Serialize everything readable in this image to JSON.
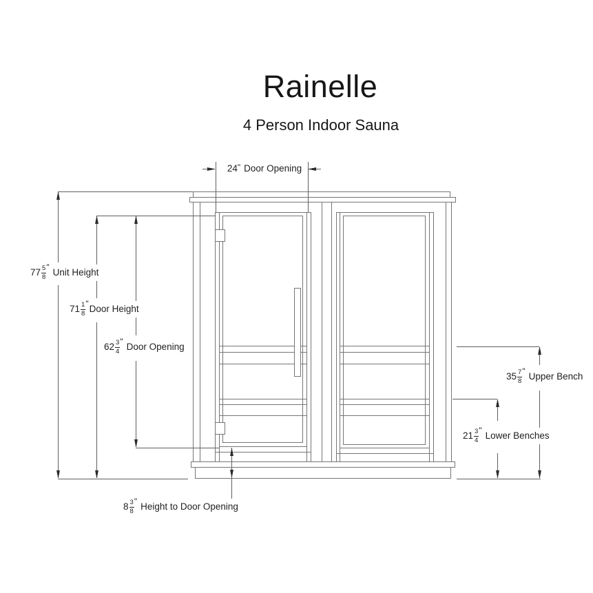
{
  "header": {
    "title": "Rainelle",
    "subtitle": "4 Person Indoor Sauna"
  },
  "dimensions": {
    "door_opening_width": {
      "value": "24",
      "unit": "\"",
      "label": "Door Opening"
    },
    "unit_height": {
      "whole": "77",
      "num": "5",
      "den": "8",
      "unit": "\"",
      "label": "Unit Height"
    },
    "door_height": {
      "whole": "71",
      "num": "1",
      "den": "8",
      "unit": "\"",
      "label": "Door Height"
    },
    "door_opening_height": {
      "whole": "62",
      "num": "3",
      "den": "4",
      "unit": "\"",
      "label": "Door Opening"
    },
    "upper_bench": {
      "whole": "35",
      "num": "7",
      "den": "8",
      "unit": "\"",
      "label": "Upper Bench"
    },
    "lower_benches": {
      "whole": "21",
      "num": "3",
      "den": "4",
      "unit": "\"",
      "label": "Lower Benches"
    },
    "height_to_door_opening": {
      "whole": "8",
      "num": "3",
      "den": "8",
      "unit": "\"",
      "label": "Height to Door Opening"
    }
  },
  "colors": {
    "background": "#ffffff",
    "structure_line": "#757575",
    "dimension_line": "#5e5e5e",
    "arrow": "#2b2b2b",
    "text": "#1f1f1f"
  }
}
